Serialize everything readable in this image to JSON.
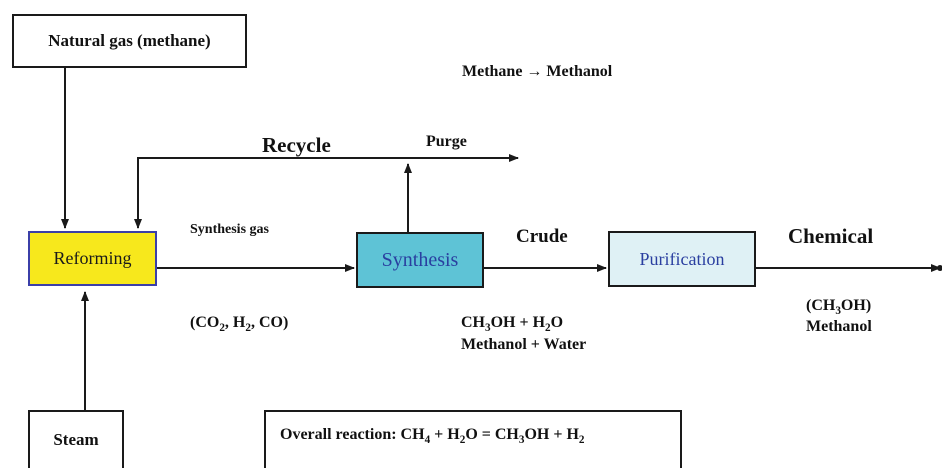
{
  "nodes": {
    "natural_gas": "Natural gas (methane)",
    "steam": "Steam",
    "reforming": "Reforming",
    "synthesis": "Synthesis",
    "purification": "Purification"
  },
  "labels": {
    "title": "Methane → Methanol",
    "recycle": "Recycle",
    "purge": "Purge",
    "synthesis_gas": "Synthesis gas",
    "synthesis_gas_formula": {
      "open": "(CO",
      "two_a": "2",
      "mid1": ", H",
      "two_b": "2",
      "close": ", CO)"
    },
    "crude": "Crude",
    "crude_formula": {
      "part1": "CH",
      "three": "3",
      "part2": "OH + H",
      "two": "2",
      "part3": "O"
    },
    "crude_desc": "Methanol + Water",
    "chemical": "Chemical",
    "chemical_formula": {
      "part1": "(CH",
      "three": "3",
      "part2": "OH)"
    },
    "chemical_desc": "Methanol"
  },
  "overall_reaction": {
    "prefix": "Overall reaction: CH",
    "four": "4",
    "mid1": " + H",
    "two_a": "2",
    "mid2": "O = CH",
    "three": "3",
    "mid3": "OH + H",
    "two_b": "2"
  },
  "colors": {
    "reforming_fill": "#f7e81c",
    "reforming_border": "#3b3fa8",
    "synthesis_fill": "#5ec3d6",
    "synthesis_text": "#2a3fa0",
    "purification_fill": "#dff1f5",
    "purification_text": "#2a3fa0",
    "line": "#1a1a1a"
  }
}
